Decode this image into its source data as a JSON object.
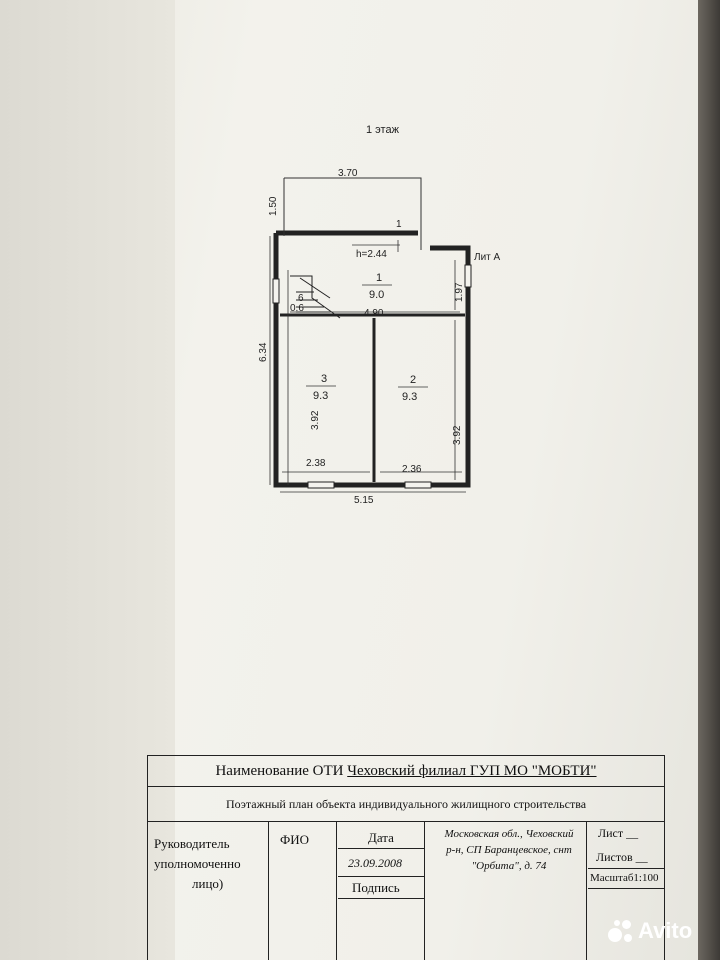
{
  "plan": {
    "floor_title": "1 этаж",
    "lit_label": "Лит А",
    "height_label": "h=2.44",
    "dims": {
      "top_width": "3.70",
      "porch_depth": "1.50",
      "porch_room": "1",
      "left_total": "6.34",
      "room1_right": "1.97",
      "middle_width": "4.90",
      "stair_room": "6",
      "stair_dim": "0.6",
      "room3_height": "3.92",
      "room2_height": "3.92",
      "room3_width": "2.38",
      "room2_width": "2.36",
      "total_width": "5.15"
    },
    "rooms": [
      {
        "num": "1",
        "area": "9.0"
      },
      {
        "num": "3",
        "area": "9.3"
      },
      {
        "num": "2",
        "area": "9.3"
      }
    ]
  },
  "stamp": {
    "org_prefix": "Наименование ОТИ ",
    "org_name": "Чеховский филиал ГУП МО \"МОБТИ\"",
    "doc_title": "Поэтажный план объекта индивидуального жилищного строительства",
    "head_l1": "Руководитель",
    "head_l2": "уполномоченно",
    "head_l3": "лицо)",
    "fio": "ФИО",
    "date_label": "Дата",
    "date_value": "23.09.2008",
    "signature": "Подпись",
    "address_l1": "Московская обл., Чеховский",
    "address_l2": "р-н, СП Баранцевское, снт",
    "address_l3": "\"Орбита\", д. 74",
    "sheet": "Лист __",
    "sheets": "Листов __",
    "scale": "Масштаб1:100"
  },
  "watermark": "Avito"
}
